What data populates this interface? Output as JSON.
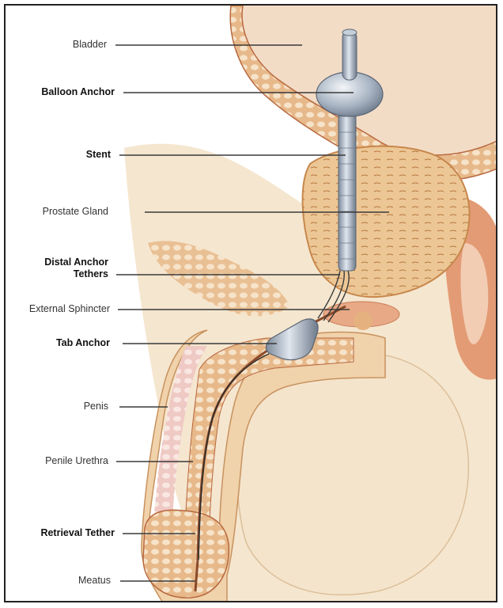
{
  "labels": {
    "bladder": "Bladder",
    "balloon_anchor": "Balloon Anchor",
    "stent": "Stent",
    "prostate_gland": "Prostate Gland",
    "distal_anchor_tethers_1": "Distal Anchor",
    "distal_anchor_tethers_2": "Tethers",
    "external_sphincter": "External Sphincter",
    "tab_anchor": "Tab Anchor",
    "penis": "Penis",
    "penile_urethra": "Penile Urethra",
    "retrieval_tether": "Retrieval Tether",
    "meatus": "Meatus"
  },
  "colors": {
    "tissue": "#f2d9b8",
    "muscle": "#d9895e",
    "prostate": "#e9c08c",
    "stent": "#a8b4c4",
    "leader": "#333333"
  }
}
